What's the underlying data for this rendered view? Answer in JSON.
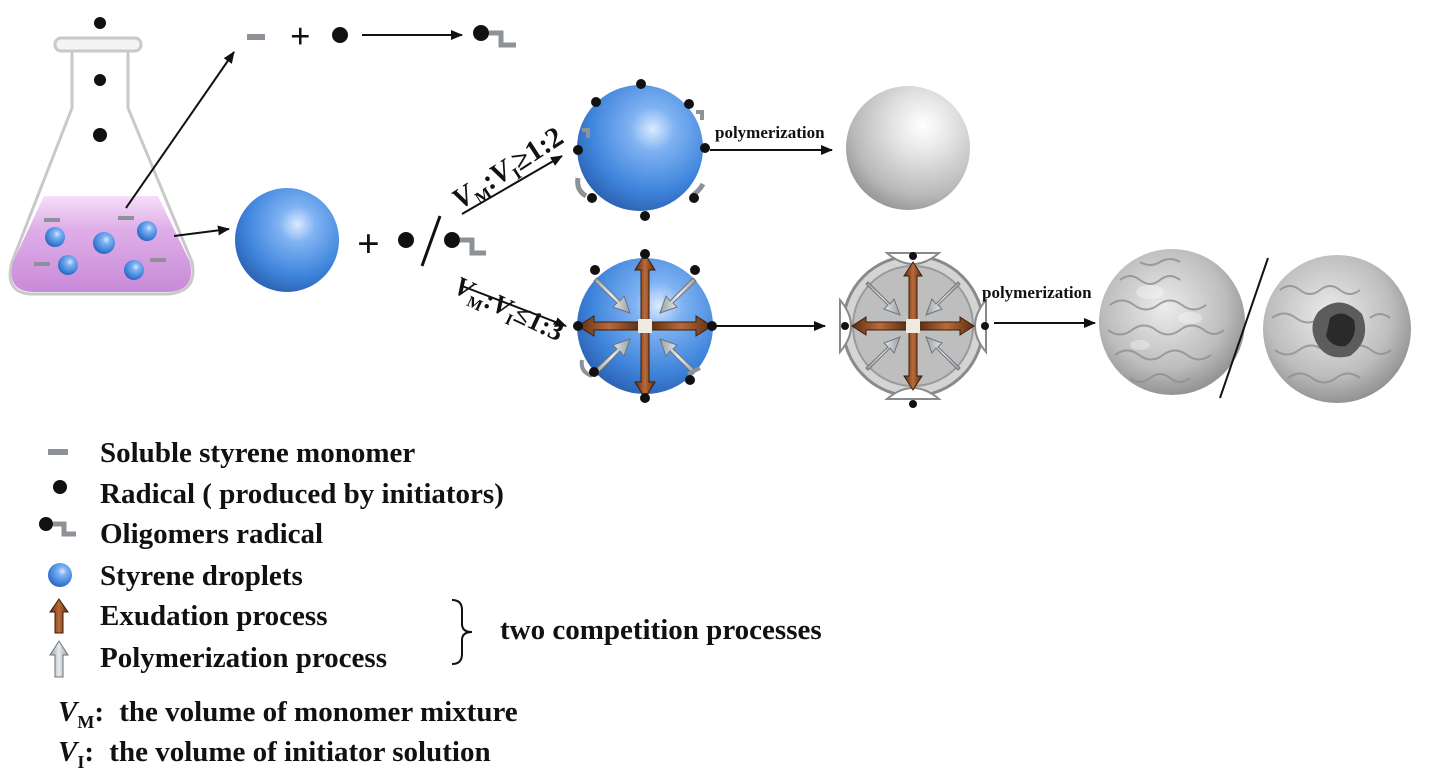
{
  "reaction": {
    "plus": "+",
    "slash": "/"
  },
  "branch_top": {
    "ratio_main": "V",
    "ratio_sub1": "M",
    "ratio_colon": ":",
    "ratio_v2": "V",
    "ratio_sub2": "I",
    "ratio_op": "≥1:2",
    "process_label": "polymerization"
  },
  "branch_bottom": {
    "ratio_main": "V",
    "ratio_sub1": "M",
    "ratio_colon": ":",
    "ratio_v2": "V",
    "ratio_sub2": "I",
    "ratio_op": "≤1:3",
    "process_label": "polymerization"
  },
  "legend": {
    "items": [
      {
        "icon": "dash-icon",
        "label": "Soluble styrene monomer"
      },
      {
        "icon": "dot-icon",
        "label": "Radical ( produced by initiators)"
      },
      {
        "icon": "oligomer-radical-icon",
        "label": "Oligomers radical"
      },
      {
        "icon": "sphere-icon",
        "label": "Styrene droplets"
      },
      {
        "icon": "brown-arrow-icon",
        "label": "Exudation process"
      },
      {
        "icon": "gray-arrow-icon",
        "label": "Polymerization process"
      }
    ],
    "brace_label": "two competition processes"
  },
  "definitions": [
    {
      "symbol": "V",
      "sub": "M",
      "sep": ":",
      "text": "the volume of monomer mixture"
    },
    {
      "symbol": "V",
      "sub": "I",
      "sep": ":",
      "text": "the volume of initiator solution"
    }
  ],
  "colors": {
    "droplet_blue": "#4a8fe0",
    "solution_pink": "#d9a6e8",
    "monomer_gray": "#8d9299",
    "exudation_brown": "#8a4a24",
    "polymer_gray": "#c8c8c8"
  }
}
